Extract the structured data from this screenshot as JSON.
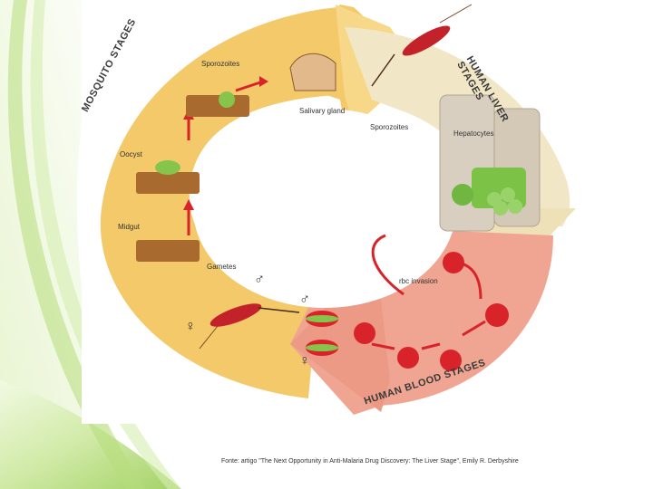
{
  "diagram": {
    "stages": {
      "mosquito": "MOSQUITO STAGES",
      "liver": "HUMAN LIVER STAGES",
      "blood": "HUMAN BLOOD STAGES"
    },
    "labels": {
      "sporozoites_top": "Sporozoites",
      "salivary_gland": "Salivary gland",
      "sporozoites_liver": "Sporozoites",
      "hepatocytes": "Hepatocytes",
      "oocyst": "Oocyst",
      "midgut": "Midgut",
      "gametes": "Gametes",
      "rbc_invasion": "rbc invasion"
    },
    "symbols": {
      "male": "♂",
      "female": "♀"
    },
    "colors": {
      "mosquito_stage": "#f3c96a",
      "liver_stage": "#f1e6c6",
      "blood_stage": "#f0a593",
      "arrow_red": "#d8232a",
      "sidebar_green": "#8cc63f"
    }
  },
  "caption": "Fonte: artigo \"The Next Opportunity in Anti-Malaria Drug Discovery: The Liver Stage\", Emily R. Derbyshire"
}
